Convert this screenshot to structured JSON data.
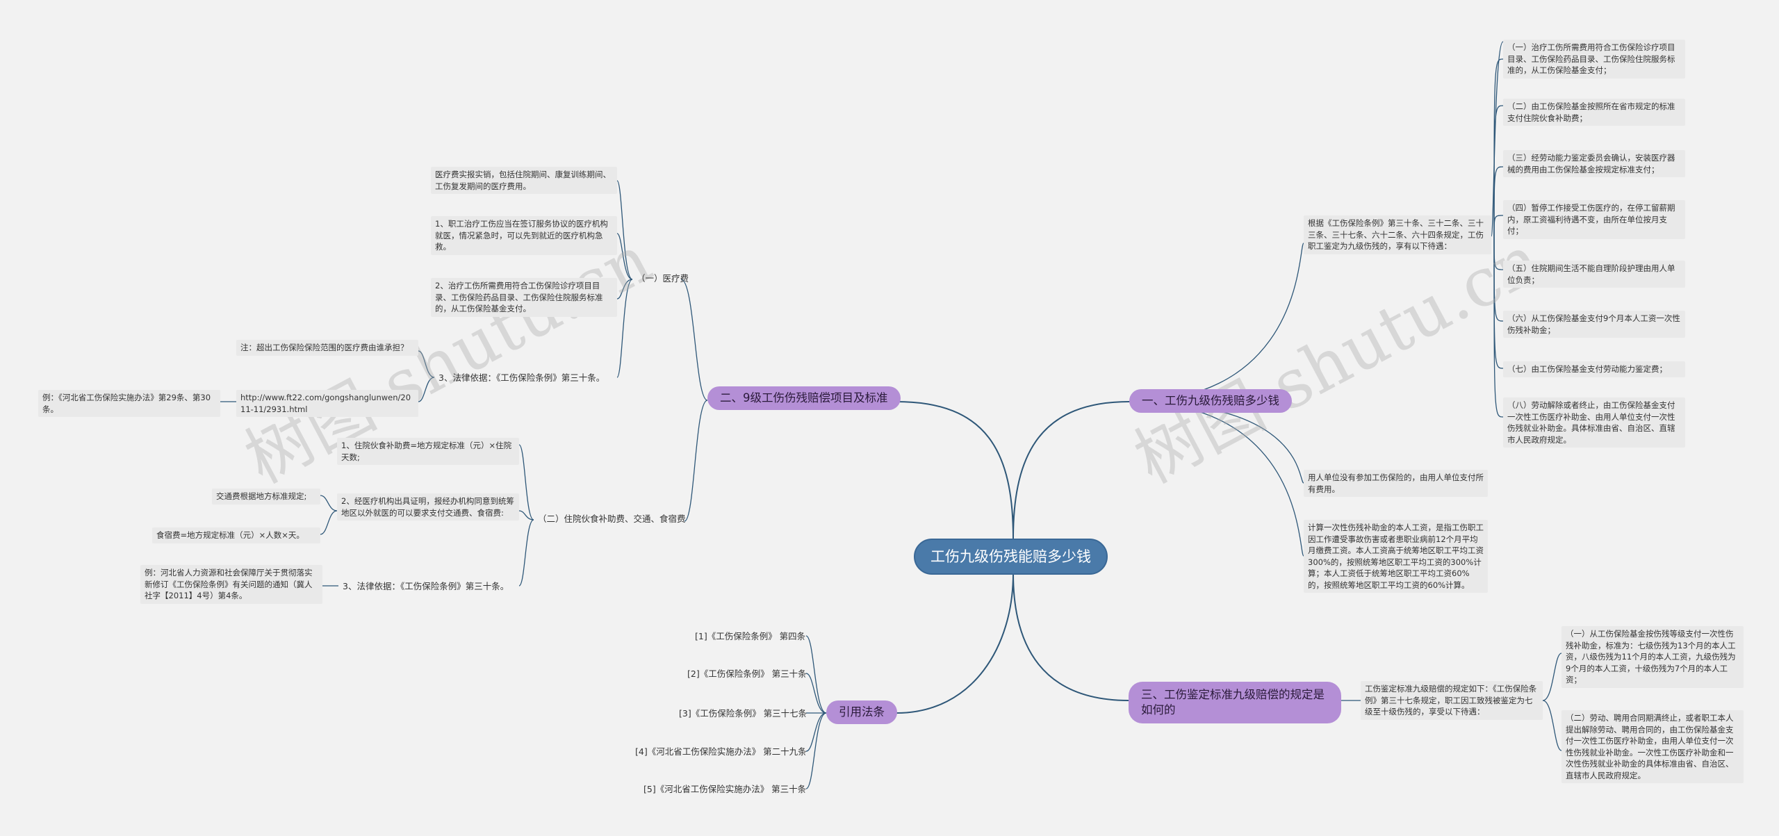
{
  "root": {
    "label": "工伤九级伤残能赔多少钱"
  },
  "watermark": "树图 shutu.cn",
  "branch1": {
    "label": "一、工伤九级伤残赔多少钱",
    "intro": "根据《工伤保险条例》第三十条、三十二条、三十三条、三十七条、六十二条、六十四条规定，工伤职工鉴定为九级伤残的，享有以下待遇：",
    "items": [
      "（一）治疗工伤所需费用符合工伤保险诊疗项目目录、工伤保险药品目录、工伤保险住院服务标准的，从工伤保险基金支付；",
      "（二）由工伤保险基金按照所在省市规定的标准支付住院伙食补助费；",
      "（三）经劳动能力鉴定委员会确认，安装医疗器械的费用由工伤保险基金按规定标准支付；",
      "（四）暂停工作接受工伤医疗的，在停工留薪期内，原工资福利待遇不变，由所在单位按月支付；",
      "（五）住院期间生活不能自理阶段护理由用人单位负责；",
      "（六）从工伤保险基金支付9个月本人工资一次性伤残补助金；",
      "（七）由工伤保险基金支付劳动能力鉴定费；",
      "（八）劳动解除或者终止，由工伤保险基金支付一次性工伤医疗补助金、由用人单位支付一次性伤残就业补助金。具体标准由省、自治区、直辖市人民政府规定。"
    ],
    "note1": "用人单位没有参加工伤保险的，由用人单位支付所有费用。",
    "note2": "计算一次性伤残补助金的本人工资，是指工伤职工因工作遭受事故伤害或者患职业病前12个月平均月缴费工资。本人工资高于统筹地区职工平均工资300%的，按照统筹地区职工平均工资的300%计算；本人工资低于统筹地区职工平均工资60%的，按照统筹地区职工平均工资的60%计算。"
  },
  "branch2": {
    "label": "二、9级工伤伤残赔偿项目及标准",
    "sub1": {
      "label": "（一）医疗费",
      "items": [
        "医疗费实报实销，包括住院期间、康复训练期间、工伤复发期间的医疗费用。",
        "1、职工治疗工伤应当在签订服务协议的医疗机构就医，情况紧急时，可以先到就近的医疗机构急救。",
        "2、治疗工伤所需费用符合工伤保险诊疗项目目录、工伤保险药品目录、工伤保险住院服务标准的，从工伤保险基金支付。",
        "3、法律依据：《工伤保险条例》第三十条。"
      ],
      "law_children": [
        "注：超出工伤保险保险范围的医疗费由谁承担？",
        "http://www.ft22.com/gongshanglunwen/2011-11/2931.html"
      ],
      "example": "例：《河北省工伤保险实施办法》第29条、第30条。"
    },
    "sub2": {
      "label": "（二）住院伙食补助费、交通、食宿费",
      "items": [
        "1、住院伙食补助费=地方规定标准（元）×住院天数;",
        "2、经医疗机构出具证明，报经办机构同意到统筹地区以外就医的可以要求支付交通费、食宿费:",
        "3、法律依据：《工伤保险条例》第三十条。"
      ],
      "travel_children": [
        "交通费根据地方标准规定;",
        "食宿费=地方规定标准（元）×人数×天。"
      ],
      "example": "例：河北省人力资源和社会保障厅关于贯彻落实新修订《工伤保险条例》有关问题的通知（冀人社字【2011】4号）第4条。"
    }
  },
  "branch3": {
    "label": "三、工伤鉴定标准九级赔偿的规定是如何的",
    "intro": "工伤鉴定标准九级赔偿的规定如下：《工伤保险条例》第三十七条规定，职工因工致残被鉴定为七级至十级伤残的，享受以下待遇：",
    "items": [
      "（一）从工伤保险基金按伤残等级支付一次性伤残补助金，标准为：七级伤残为13个月的本人工资，八级伤残为11个月的本人工资，九级伤残为9个月的本人工资，十级伤残为7个月的本人工资；",
      "（二）劳动、聘用合同期满终止，或者职工本人提出解除劳动、聘用合同的，由工伤保险基金支付一次性工伤医疗补助金，由用人单位支付一次性伤残就业补助金。一次性工伤医疗补助金和一次性伤残就业补助金的具体标准由省、自治区、直辖市人民政府规定。"
    ]
  },
  "branch4": {
    "label": "引用法条",
    "items": [
      "[1]《工伤保险条例》 第四条",
      "[2]《工伤保险条例》 第三十条",
      "[3]《工伤保险条例》 第三十七条",
      "[4]《河北省工伤保险实施办法》 第二十九条",
      "[5]《河北省工伤保险实施办法》 第三十条"
    ]
  },
  "colors": {
    "line": "#2e5778",
    "root": "#4a7aa9",
    "branch": "#b48fd6",
    "leaf": "#e9e9e9",
    "background": "#f2f2f2"
  }
}
